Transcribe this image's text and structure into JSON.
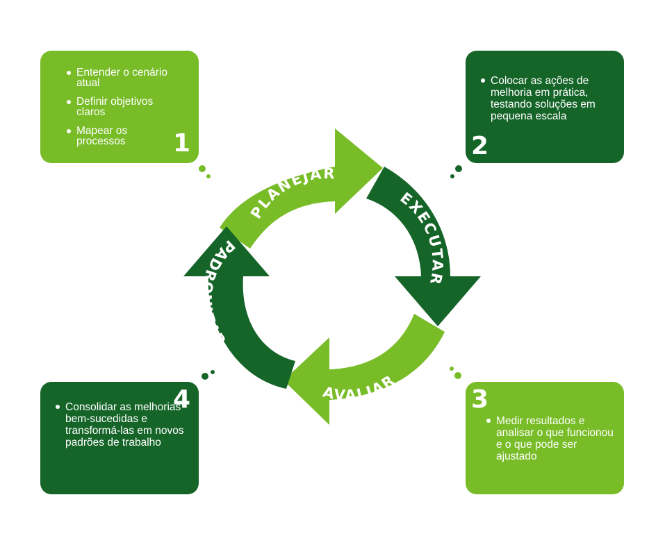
{
  "colors": {
    "light_green": "#78bc27",
    "dark_green": "#156428",
    "text": "#ffffff"
  },
  "steps": [
    {
      "number": "1",
      "phase": "PLANEJAR",
      "tone": "light",
      "bullets": [
        "Entender o cenário atual",
        "Definir objetivos claros",
        "Mapear os processos"
      ]
    },
    {
      "number": "2",
      "phase": "EXECUTAR",
      "tone": "dark",
      "bullets": [
        "Colocar as ações de melhoria em prática, testando soluções em pequena escala"
      ]
    },
    {
      "number": "3",
      "phase": "AVALIAR",
      "tone": "light",
      "bullets": [
        "Medir resultados e analisar o que funcionou e o que pode ser ajustado"
      ]
    },
    {
      "number": "4",
      "phase": "PADRONIZAR",
      "tone": "dark",
      "bullets": [
        "Consolidar as melhorias bem-sucedidas e transformá-las em novos padrões de trabalho"
      ]
    }
  ]
}
